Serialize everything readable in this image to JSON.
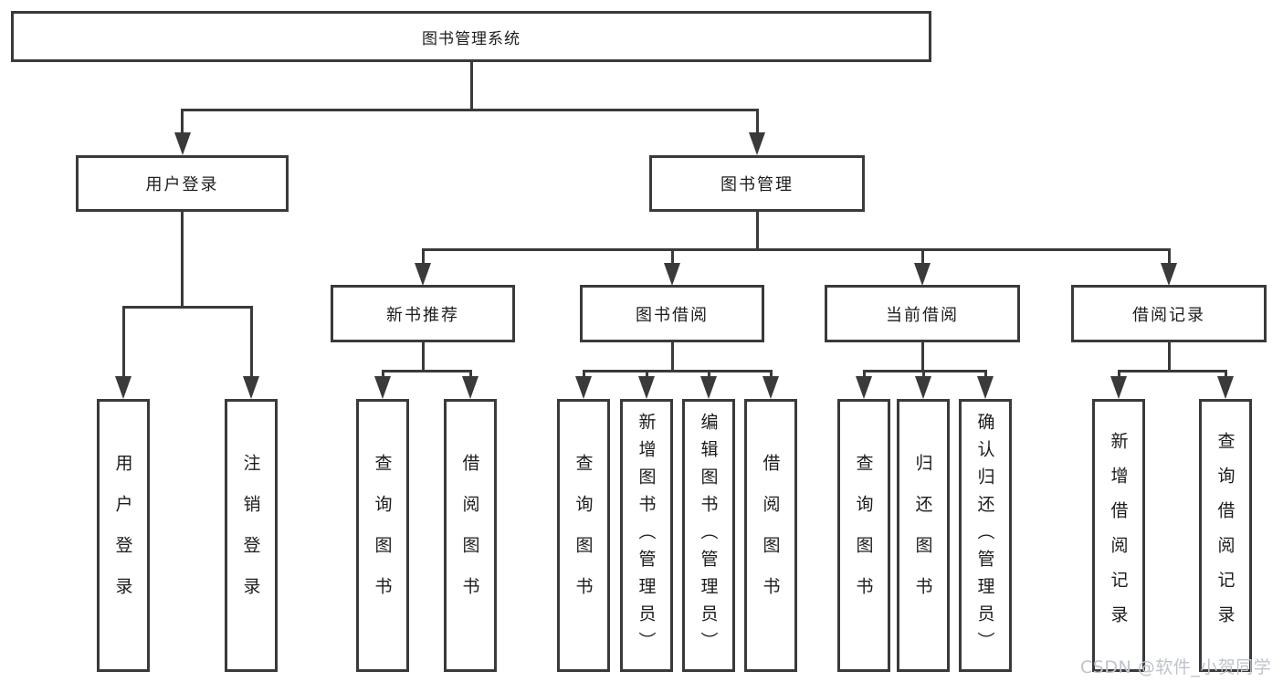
{
  "diagram_title": "图书管理系统",
  "tree": {
    "label": "图书管理系统",
    "children": [
      {
        "label": "用户登录",
        "children": [
          {
            "label": "用户登录"
          },
          {
            "label": "注销登录"
          }
        ]
      },
      {
        "label": "图书管理",
        "children": [
          {
            "label": "新书推荐",
            "children": [
              {
                "label": "查询图书"
              },
              {
                "label": "借阅图书"
              }
            ]
          },
          {
            "label": "图书借阅",
            "children": [
              {
                "label": "查询图书"
              },
              {
                "label": "新增图书（管理员）"
              },
              {
                "label": "编辑图书（管理员）"
              },
              {
                "label": "借阅图书"
              }
            ]
          },
          {
            "label": "当前借阅",
            "children": [
              {
                "label": "查询图书"
              },
              {
                "label": "归还图书"
              },
              {
                "label": "确认归还（管理员）"
              }
            ]
          },
          {
            "label": "借阅记录",
            "children": [
              {
                "label": "新增借阅记录"
              },
              {
                "label": "查询借阅记录"
              }
            ]
          }
        ]
      }
    ]
  },
  "watermark": "CSDN @软件_小贺同学",
  "colors": {
    "line": "#3a3a3a",
    "text": "#1c1c1c",
    "background": "#ffffff",
    "watermark": "#bfc3ca"
  }
}
